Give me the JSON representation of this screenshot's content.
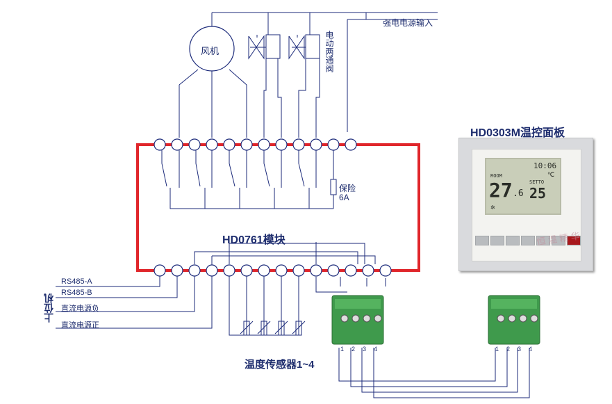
{
  "labels": {
    "power_input": "强电电源输入",
    "valve": "电动两通阀",
    "fan": "风机",
    "fuse": "保险",
    "fuse_rating": "6A",
    "module": "HD0761模块",
    "panel_title": "HD0303M温控面板",
    "rs485a": "RS485-A",
    "rs485b": "RS485-B",
    "dc_neg": "直流电源负",
    "dc_pos": "直流电源正",
    "host": "上位机",
    "sensors": "温度传感器1~4"
  },
  "connector_pins": [
    "1",
    "2",
    "3",
    "4"
  ],
  "lcd": {
    "time": "10:06",
    "room_temp_label": "ROOM",
    "room_temp": "27",
    "room_temp_dec": ".6",
    "unit": "℃",
    "set_label": "SETTO",
    "set_temp": "25"
  },
  "watermark": "恒    温   精    华",
  "colors": {
    "bus": "#e0262b",
    "wire": "#1b2a7a",
    "connector": "#3f9a4c"
  }
}
